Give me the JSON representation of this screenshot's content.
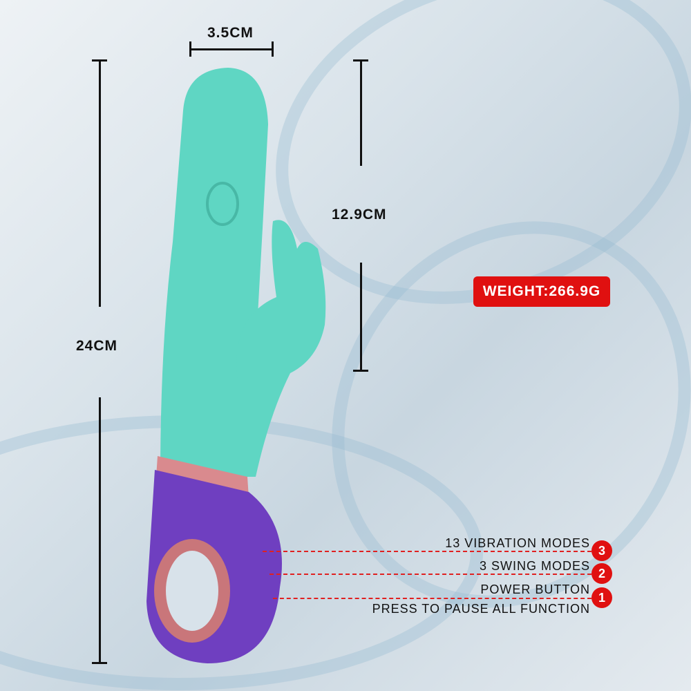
{
  "dimensions": {
    "width": "3.5CM",
    "total_length": "24CM",
    "insert_length": "12.9CM"
  },
  "weight_badge": "WEIGHT:266.9G",
  "features": [
    {
      "number": "3",
      "label": "13 VIBRATION MODES"
    },
    {
      "number": "2",
      "label": "3 SWING MODES"
    },
    {
      "number": "1",
      "label": "POWER BUTTON",
      "sublabel": "PRESS TO PAUSE ALL FUNCTION"
    }
  ],
  "colors": {
    "body": "#5fd6c3",
    "handle": "#6f3fc0",
    "band": "#d98a8e",
    "accent": "#e01010"
  }
}
